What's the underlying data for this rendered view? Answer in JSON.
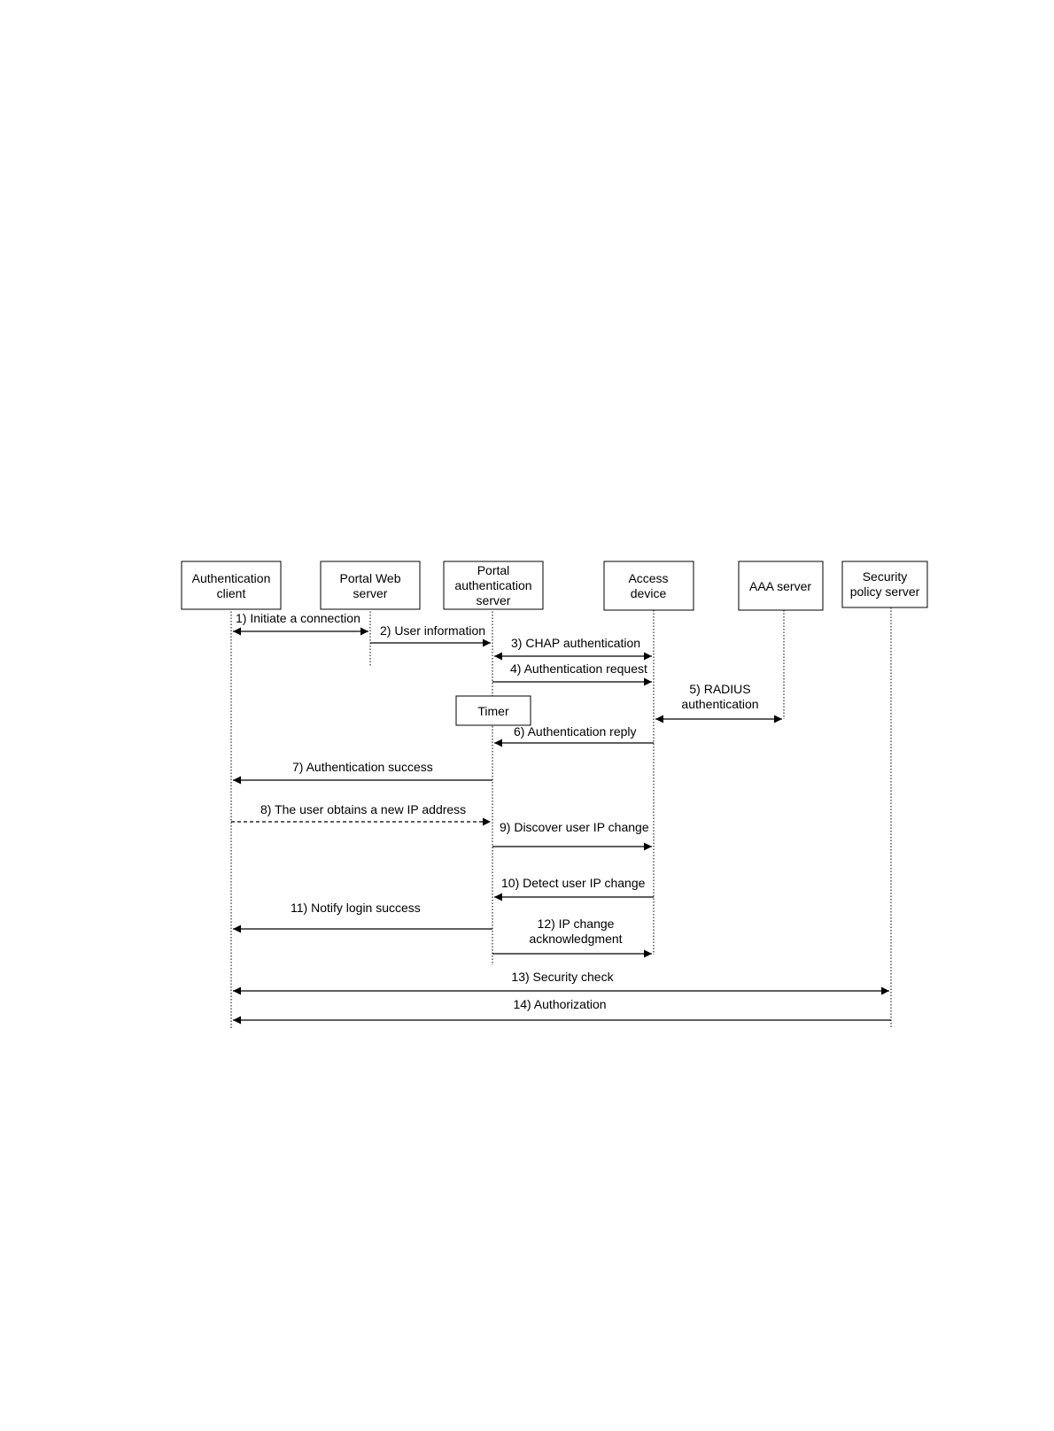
{
  "diagram": {
    "type": "sequence",
    "participants": [
      {
        "id": "client",
        "lines": [
          "Authentication",
          "client"
        ]
      },
      {
        "id": "webserver",
        "lines": [
          "Portal Web",
          "server"
        ]
      },
      {
        "id": "portalauth",
        "lines": [
          "Portal",
          "authentication",
          "server"
        ]
      },
      {
        "id": "access",
        "lines": [
          "Access",
          "device"
        ]
      },
      {
        "id": "aaa",
        "lines": [
          "AAA server"
        ]
      },
      {
        "id": "security",
        "lines": [
          "Security",
          "policy server"
        ]
      }
    ],
    "timer": {
      "label": "Timer",
      "on": "portalauth"
    },
    "messages": [
      {
        "id": "m1",
        "from": "client",
        "to": "webserver",
        "bidirectional": true,
        "dashed": false,
        "lines": [
          "1) Initiate a connection"
        ]
      },
      {
        "id": "m2",
        "from": "webserver",
        "to": "portalauth",
        "bidirectional": false,
        "dashed": false,
        "lines": [
          "2) User information"
        ]
      },
      {
        "id": "m3",
        "from": "portalauth",
        "to": "access",
        "bidirectional": true,
        "dashed": false,
        "lines": [
          "3) CHAP authentication"
        ]
      },
      {
        "id": "m4",
        "from": "portalauth",
        "to": "access",
        "bidirectional": false,
        "dashed": false,
        "lines": [
          "4) Authentication request"
        ]
      },
      {
        "id": "m5",
        "from": "access",
        "to": "aaa",
        "bidirectional": true,
        "dashed": false,
        "lines": [
          "5) RADIUS",
          "authentication"
        ]
      },
      {
        "id": "m6",
        "from": "access",
        "to": "portalauth",
        "bidirectional": false,
        "dashed": false,
        "lines": [
          "6) Authentication reply"
        ]
      },
      {
        "id": "m7",
        "from": "portalauth",
        "to": "client",
        "bidirectional": false,
        "dashed": false,
        "lines": [
          "7) Authentication success"
        ]
      },
      {
        "id": "m8",
        "from": "client",
        "to": "portalauth",
        "bidirectional": false,
        "dashed": true,
        "lines": [
          "8) The user obtains a new IP address"
        ]
      },
      {
        "id": "m9",
        "from": "portalauth",
        "to": "access",
        "bidirectional": false,
        "dashed": false,
        "lines": [
          "9) Discover user IP change"
        ]
      },
      {
        "id": "m10",
        "from": "access",
        "to": "portalauth",
        "bidirectional": false,
        "dashed": false,
        "lines": [
          "10) Detect user IP change"
        ]
      },
      {
        "id": "m11",
        "from": "portalauth",
        "to": "client",
        "bidirectional": false,
        "dashed": false,
        "lines": [
          "11) Notify login success"
        ]
      },
      {
        "id": "m12",
        "from": "portalauth",
        "to": "access",
        "bidirectional": false,
        "dashed": false,
        "lines": [
          "12) IP change",
          "acknowledgment"
        ]
      },
      {
        "id": "m13",
        "from": "client",
        "to": "security",
        "bidirectional": true,
        "dashed": false,
        "lines": [
          "13) Security check"
        ]
      },
      {
        "id": "m14",
        "from": "security",
        "to": "client",
        "bidirectional": false,
        "dashed": false,
        "lines": [
          "14) Authorization"
        ]
      }
    ]
  }
}
